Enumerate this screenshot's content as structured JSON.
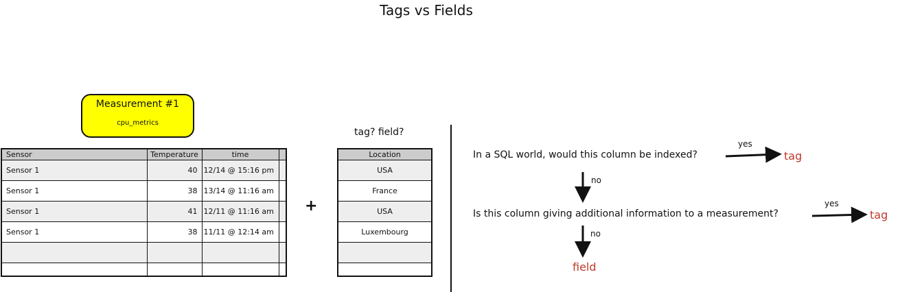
{
  "title": "Tags vs Fields",
  "measurement": {
    "label": "Measurement #1",
    "name": "cpu_metrics",
    "color": "#ffff00"
  },
  "table": {
    "headers": [
      "Sensor",
      "Temperature",
      "time"
    ],
    "rows": [
      [
        "Sensor 1",
        "40",
        "12/14 @ 15:16 pm"
      ],
      [
        "Sensor 1",
        "38",
        "13/14 @ 11:16 am"
      ],
      [
        "Sensor 1",
        "41",
        "12/11 @ 11:16 am"
      ],
      [
        "Sensor 1",
        "38",
        "11/11 @ 12:14 am"
      ]
    ]
  },
  "plus": "+",
  "question": "tag? field?",
  "location_table": {
    "header": "Location",
    "rows": [
      "USA",
      "France",
      "USA",
      "Luxembourg"
    ]
  },
  "flow": {
    "q1": "In a SQL world, would this column be indexed?",
    "q2": "Is this column giving additional information to a measurement?",
    "yes": "yes",
    "no": "no",
    "tag": "tag",
    "field": "field"
  }
}
